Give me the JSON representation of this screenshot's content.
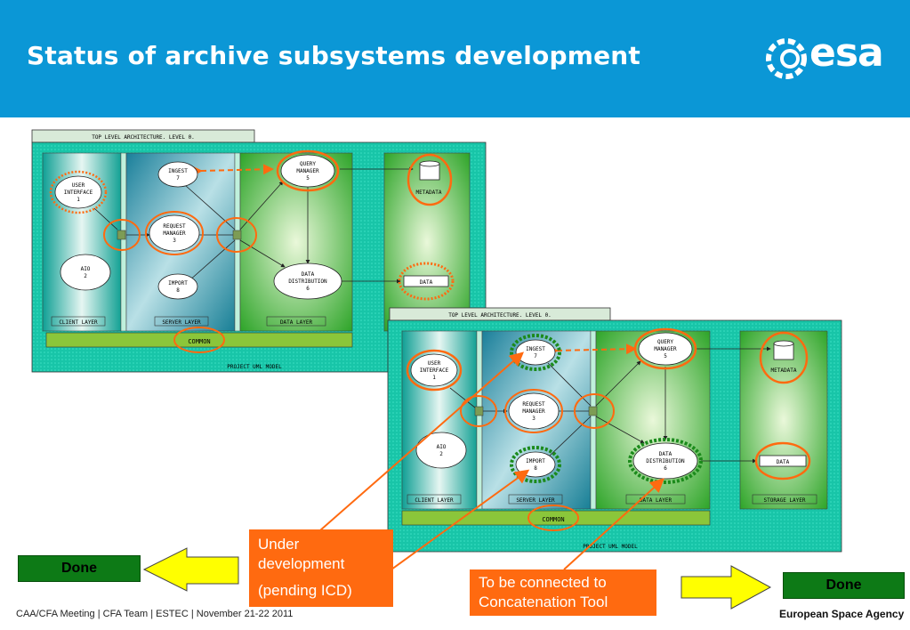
{
  "slide": {
    "title": "Status of archive subsystems development",
    "logo_text": "esa",
    "footer": "CAA/CFA Meeting | CFA Team | ESTEC | November 21-22 2011",
    "agency": "European Space Agency"
  },
  "diagram1": {
    "header": "TOP LEVEL ARCHITECTURE. LEVEL 0.",
    "nodes": {
      "user_interface": [
        "USER",
        "INTERFACE",
        "1"
      ],
      "aio": [
        "AIO",
        "2"
      ],
      "ingest": [
        "INGEST",
        "7"
      ],
      "request_manager": [
        "REQUEST",
        "MANAGER",
        "3"
      ],
      "import": [
        "IMPORT",
        "8"
      ],
      "query_manager": [
        "QUERY",
        "MANAGER",
        "5"
      ],
      "data_distribution": [
        "DATA",
        "DISTRIBUTION",
        "6"
      ],
      "metadata": "METADATA",
      "data": "DATA"
    },
    "layers": {
      "client": "CLIENT LAYER",
      "server": "SERVER LAYER",
      "data": "DATA LAYER",
      "common": "COMMON"
    },
    "footer": "PROJECT UML MODEL"
  },
  "diagram2": {
    "header": "TOP LEVEL ARCHITECTURE. LEVEL 0.",
    "nodes": {
      "user_interface": [
        "USER",
        "INTERFACE",
        "1"
      ],
      "aio": [
        "AIO",
        "2"
      ],
      "ingest": [
        "INGEST",
        "7"
      ],
      "request_manager": [
        "REQUEST",
        "MANAGER",
        "3"
      ],
      "import": [
        "IMPORT",
        "8"
      ],
      "query_manager": [
        "QUERY",
        "MANAGER",
        "5"
      ],
      "data_distribution": [
        "DATA",
        "DISTRIBUTION",
        "6"
      ],
      "metadata": "METADATA",
      "data": "DATA"
    },
    "layers": {
      "client": "CLIENT LAYER",
      "server": "SERVER LAYER",
      "data": "DATA LAYER",
      "storage": "STORAGE LAYER",
      "common": "COMMON"
    },
    "footer": "PROJECT UML MODEL"
  },
  "callouts": {
    "under_dev_1": "Under",
    "under_dev_2": "development",
    "under_dev_3": "(pending ICD)",
    "concat_1": "To be connected to",
    "concat_2": "Concatenation Tool",
    "done_left": "Done",
    "done_right": "Done"
  },
  "colors": {
    "header": "#0b97d6",
    "highlight": "#ff6a10",
    "done": "#0d7a16",
    "arrow": "#ffff00",
    "pending": "#1b8a1b"
  }
}
